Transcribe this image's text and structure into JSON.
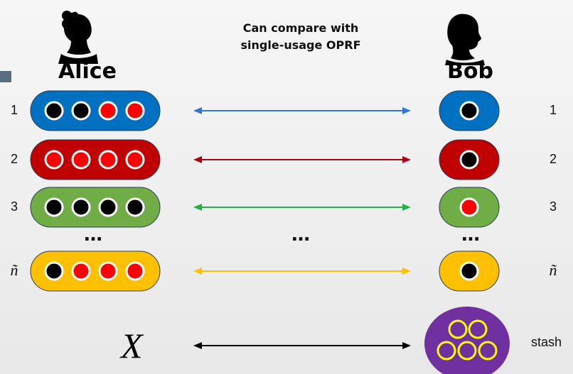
{
  "alice": {
    "name": "Alice",
    "icon": "woman-silhouette-icon"
  },
  "bob": {
    "name": "Bob",
    "icon": "man-silhouette-icon"
  },
  "caption": {
    "line1": "Can compare with",
    "line2": "single-usage OPRF"
  },
  "rows": [
    {
      "label": "1",
      "color": "#0070c0",
      "arrow": "#2e75d6",
      "alice_dots": [
        "black",
        "black",
        "red",
        "red"
      ],
      "bob_dot": "black"
    },
    {
      "label": "2",
      "color": "#c00000",
      "arrow": "#b00010",
      "alice_dots": [
        "red",
        "red",
        "red",
        "red"
      ],
      "bob_dot": "black"
    },
    {
      "label": "3",
      "color": "#70ad47",
      "arrow": "#1fb34a",
      "alice_dots": [
        "black",
        "black",
        "black",
        "black"
      ],
      "bob_dot": "red"
    },
    {
      "label": "ñ",
      "color": "#ffc000",
      "arrow": "#ffc000",
      "alice_dots": [
        "black",
        "red",
        "red",
        "red"
      ],
      "bob_dot": "black"
    }
  ],
  "ellipsis": "…",
  "x_label": "X",
  "stash": {
    "label": "stash",
    "fill": "#7030a0",
    "dot_fill": "#7030a0",
    "dot_ring": "#ffff00",
    "dots": 5
  },
  "colors": {
    "black_dot": "#000000",
    "red_dot": "#ff0000",
    "dot_ring": "#ffffff"
  }
}
